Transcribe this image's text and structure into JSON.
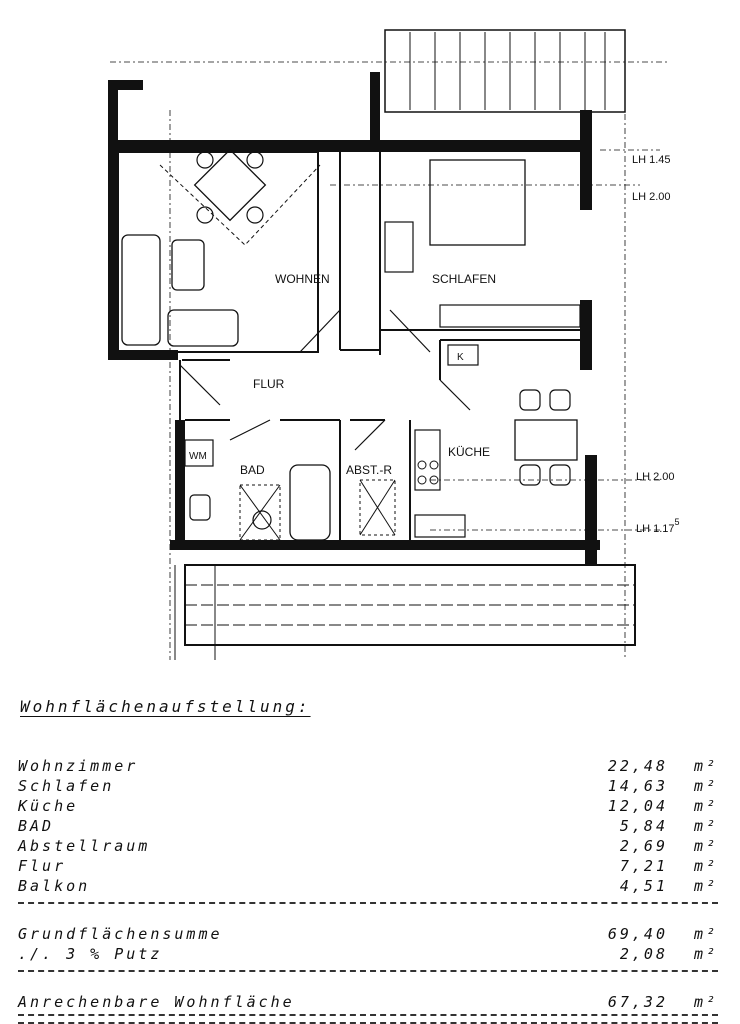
{
  "plan": {
    "rooms": {
      "wohnen": "WOHNEN",
      "schlafen": "SCHLAFEN",
      "flur": "FLUR",
      "bad": "BAD",
      "abst": "ABST.-R",
      "kueche": "KÜCHE",
      "wm": "WM",
      "k": "K"
    },
    "heights": {
      "lh145": "LH 1.45",
      "lh200a": "LH 2.00",
      "lh200b": "LH 2.00",
      "lh1175": "LH 1.17",
      "lh1175_sup": "5"
    }
  },
  "table": {
    "heading": "Wohnflächenaufstellung:",
    "rows": [
      {
        "name": "Wohnzimmer",
        "value": "22,48",
        "unit": "m²"
      },
      {
        "name": "Schlafen",
        "value": "14,63",
        "unit": "m²"
      },
      {
        "name": "Küche",
        "value": "12,04",
        "unit": "m²"
      },
      {
        "name": "BAD",
        "value": "5,84",
        "unit": "m²"
      },
      {
        "name": "Abstellraum",
        "value": "2,69",
        "unit": "m²"
      },
      {
        "name": "Flur",
        "value": "7,21",
        "unit": "m²"
      },
      {
        "name": "Balkon",
        "value": "4,51",
        "unit": "m²"
      }
    ],
    "sum": {
      "name": "Grundflächensumme",
      "value": "69,40",
      "unit": "m²"
    },
    "putz": {
      "name": "./. 3 % Putz",
      "value": "2,08",
      "unit": "m²"
    },
    "total": {
      "name": "Anrechenbare Wohnfläche",
      "value": "67,32",
      "unit": "m²"
    }
  }
}
